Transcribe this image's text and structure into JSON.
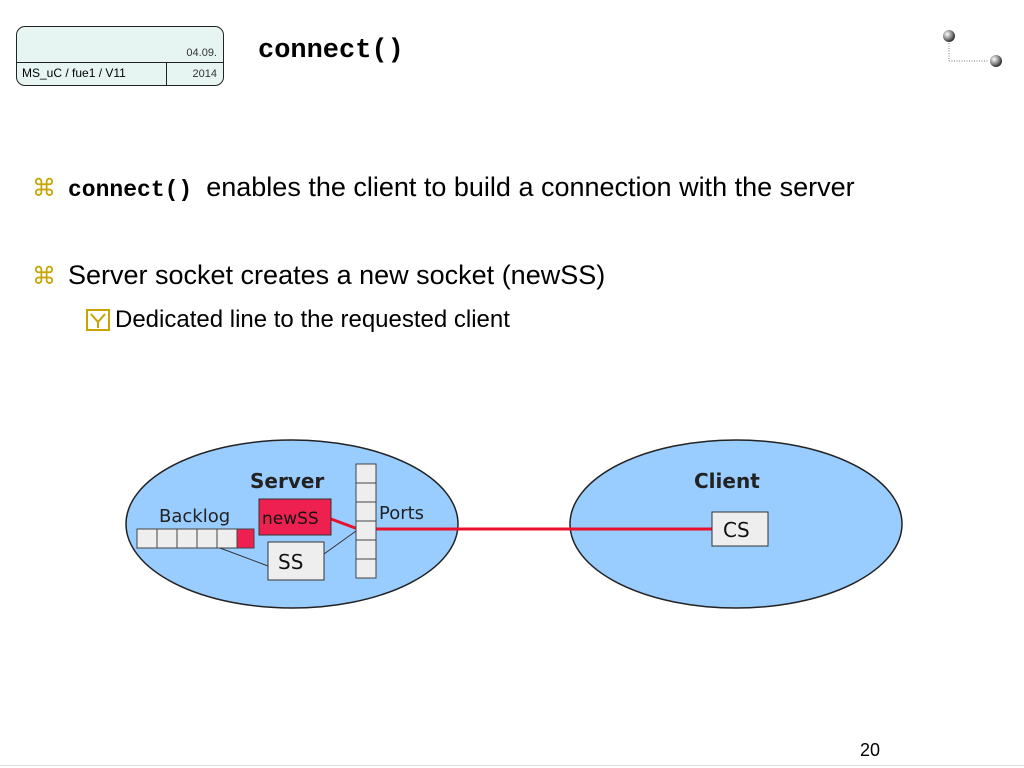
{
  "header": {
    "date_line1": "04.09.",
    "course_id": "MS_uC / fue1 / V11",
    "date_line2": "2014"
  },
  "title": "connect()",
  "bullets": [
    {
      "symbol": "⌘",
      "code": "connect()",
      "text": "enables the client to build a connection with the server"
    },
    {
      "symbol": "⌘",
      "text": "Server socket creates a new socket (newSS)"
    }
  ],
  "sub_bullets": [
    {
      "symbol": "y",
      "text": "Dedicated line to the requested client"
    }
  ],
  "diagram": {
    "server_label": "Server",
    "backlog_label": "Backlog",
    "newss_label": "newSS",
    "ss_label": "SS",
    "ports_label": "Ports",
    "client_label": "Client",
    "cs_label": "CS",
    "colors": {
      "ellipse_fill": "#99ccff",
      "connection_line": "#e8102a",
      "newss_fill": "#ee2050",
      "box_fill": "#eeeeee"
    }
  },
  "page_number": "20"
}
